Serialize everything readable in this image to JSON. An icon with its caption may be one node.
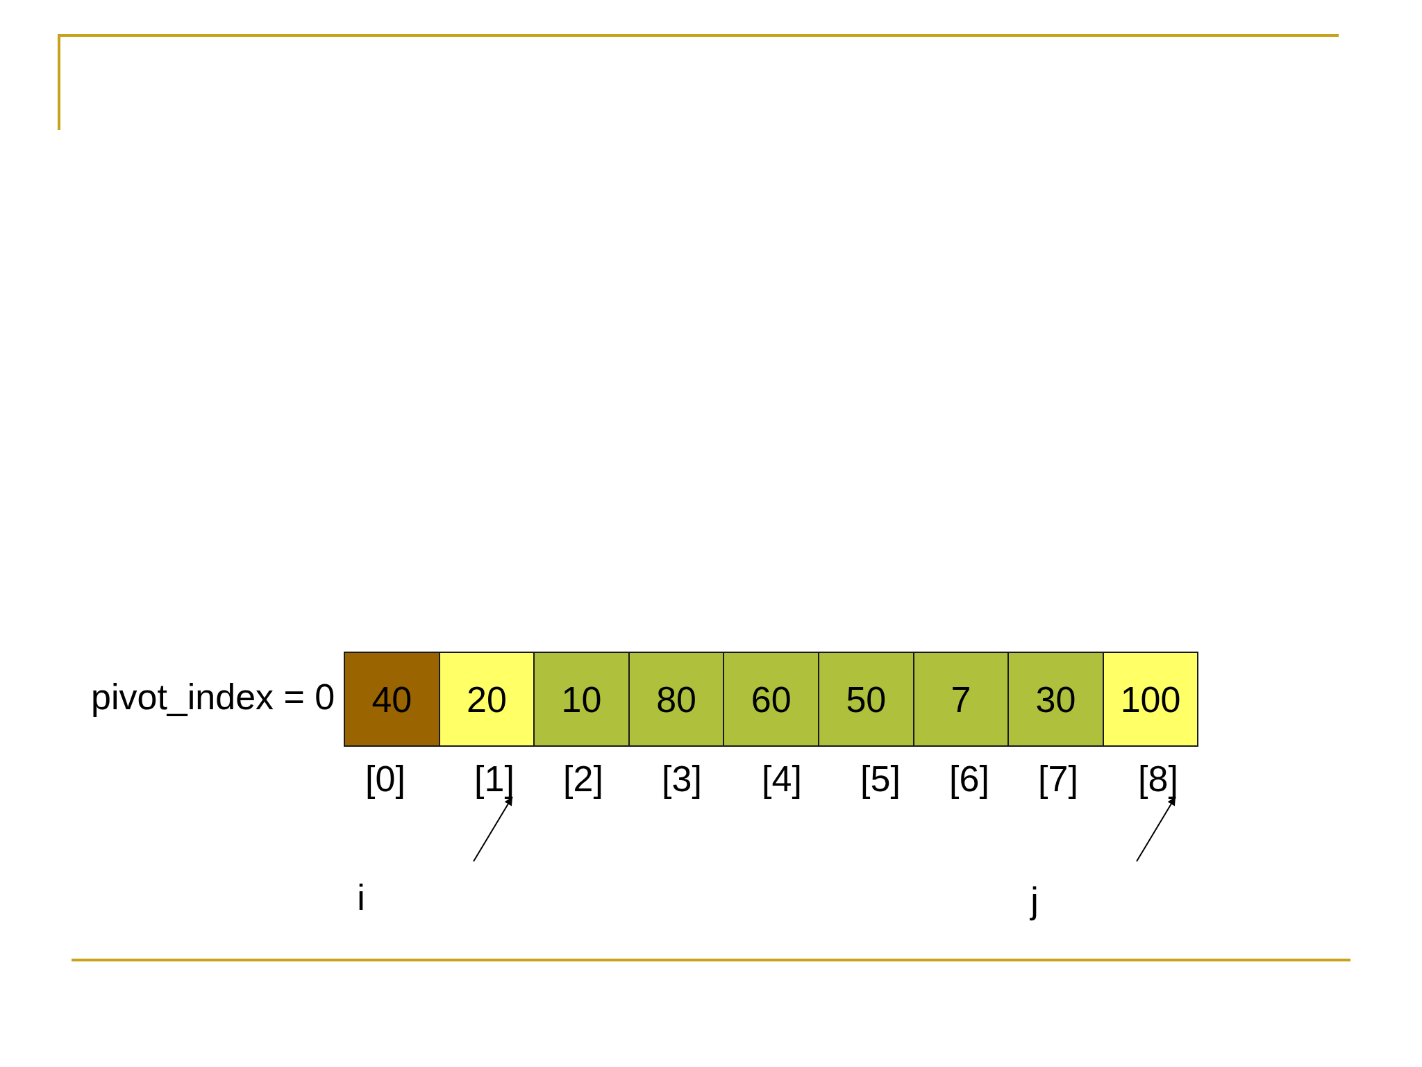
{
  "diagram": {
    "nodes": [
      {
        "text": [
          "40"
        ]
      },
      {
        "text": [
          "20"
        ]
      },
      {
        "text": [
          "10"
        ]
      },
      {
        "text": [
          "80"
        ]
      },
      {
        "text": [
          "60"
        ]
      },
      {
        "text": [
          "50"
        ]
      },
      {
        "text": [
          "7"
        ]
      },
      {
        "text": [
          "30"
        ]
      },
      {
        "text": [
          "100"
        ]
      },
      {
        "text": [
          "[1]"
        ]
      },
      {
        "text": [
          "[8]"
        ]
      }
    ],
    "edges": [
      {
        "from": null,
        "to": 9,
        "arrow": "to"
      },
      {
        "from": null,
        "to": 10,
        "arrow": "to"
      }
    ],
    "labels": [
      "pivot_index = 0",
      "[0]",
      "[2]",
      "[3]",
      "[4]",
      "[5]",
      "[6]",
      "[7]",
      "i",
      "j"
    ]
  }
}
